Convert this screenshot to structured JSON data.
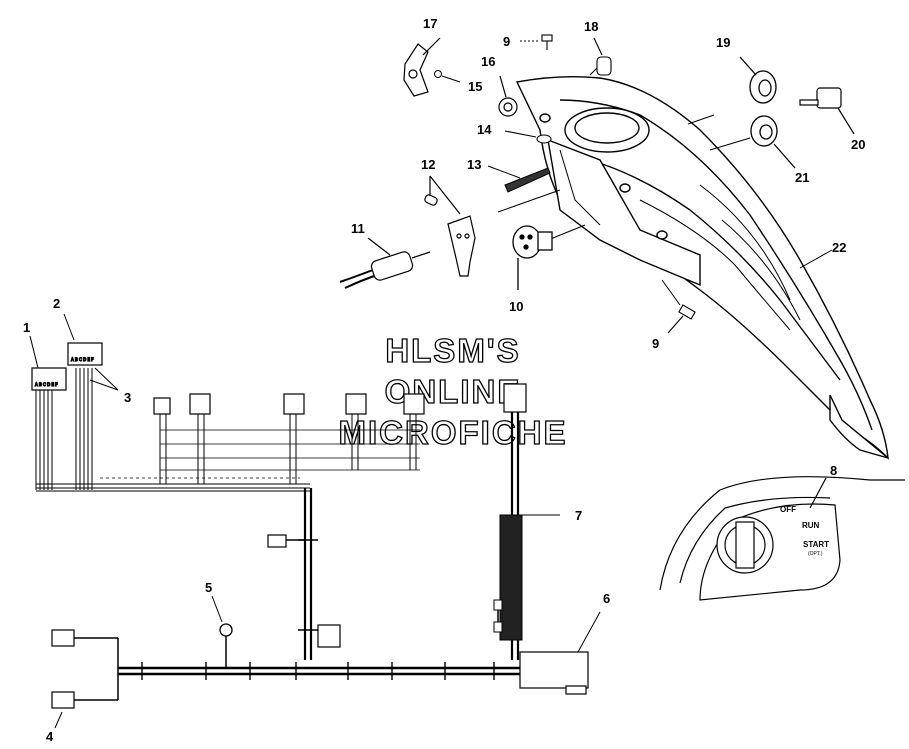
{
  "watermark": {
    "line1": "HLSM'S",
    "line2": "ONLINE",
    "line3": "MICROFICHE"
  },
  "callouts": [
    "1",
    "2",
    "3",
    "4",
    "5",
    "6",
    "7",
    "8",
    "9",
    "9",
    "10",
    "11",
    "12",
    "13",
    "14",
    "15",
    "16",
    "17",
    "18",
    "19",
    "20",
    "21",
    "22"
  ],
  "ignition_switch": {
    "positions": [
      "OFF",
      "RUN",
      "START"
    ],
    "start_note": "(OPT.)"
  },
  "connector_code": "A B C D E F"
}
